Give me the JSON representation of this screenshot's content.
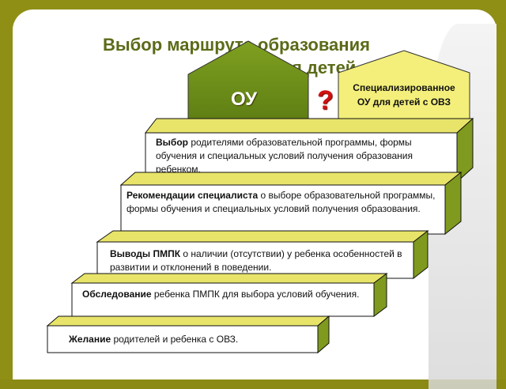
{
  "title": {
    "line1": "Выбор маршрута образования",
    "line2": "для детей с ОВЗ"
  },
  "houses": {
    "ou": "ОУ",
    "question": "?",
    "special": [
      "Специализированное",
      "ОУ для детей с ОВЗ"
    ]
  },
  "steps": [
    {
      "bold": "Выбор",
      "text": " родителями образовательной программы, формы обучения и специальных условий получения образования ребенком."
    },
    {
      "bold": "Рекомендации специалиста",
      "text": " о выборе образовательной программы, формы обучения и специальных условий получения образования."
    },
    {
      "bold": "Выводы ПМПК",
      "text": " о наличии (отсутствии) у ребенка особенностей в развитии и отклонений в поведении."
    },
    {
      "bold": "Обследование",
      "text": " ребенка ПМПК для выбора условий обучения."
    },
    {
      "bold": "Желание",
      "text": " родителей и ребенка с ОВЗ."
    }
  ],
  "colors": {
    "frame": "#8f8f16",
    "house_ou": "#6b8a1a",
    "house_special": "#f3ef7a",
    "step_top": "#e8e46a",
    "step_side": "#7f9a1f",
    "title": "#5b6b18"
  }
}
